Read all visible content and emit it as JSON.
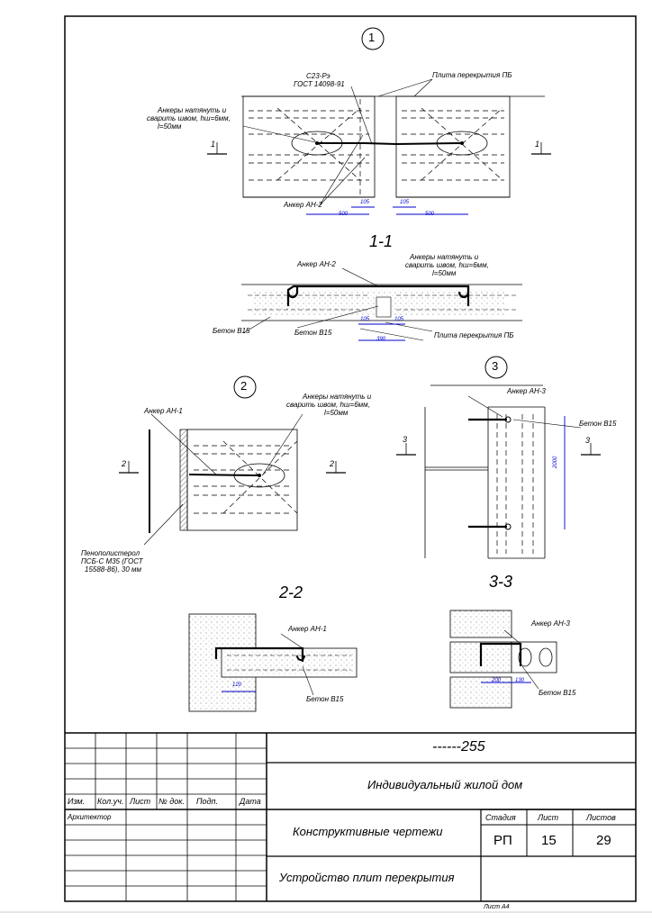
{
  "sections": {
    "s1": "1",
    "s2": "2",
    "s3": "3",
    "cut11": "1-1",
    "cut22": "2-2",
    "cut33": "3-3",
    "mark1": "1",
    "mark2": "2",
    "mark3": "3"
  },
  "labels": {
    "c23_line1": "С23-Рэ",
    "c23_line2": "ГОСТ 14098-91",
    "slab_pb": "Плита перекрытия ПБ",
    "anchors_weld_l1": "Анкеры натянуть и",
    "anchors_weld_l2": "сварить швом, hш=6мм,",
    "anchors_weld_l3": "l=50мм",
    "anchor_an2": "Анкер АН-2",
    "anchor_an1": "Анкер АН-1",
    "anchor_an3": "Анкер АН-3",
    "concrete_b15": "Бетон В15",
    "foam_l1": "Пенополистерол",
    "foam_l2": "ПСБ-С М35 (ГОСТ",
    "foam_l3": "15588-86), 30 мм"
  },
  "dimensions": {
    "d105a": "105",
    "d105b": "105",
    "d500a": "500",
    "d500b": "500",
    "d105c": "105",
    "d105d": "105",
    "d390": "390",
    "d2000": "2000",
    "d120": "120",
    "d200": "200",
    "d130": "130"
  },
  "title_block": {
    "doc_code": "------255",
    "project": "Индивидуальный жилой дом",
    "col_izm": "Изм.",
    "col_koluch": "Кол.уч.",
    "col_list": "Лист",
    "col_ndok": "№ док.",
    "col_podp": "Подп.",
    "col_data": "Дата",
    "role_architect": "Архитектор",
    "section_title": "Конструктивные чертежи",
    "stage_label": "Стадия",
    "sheet_label": "Лист",
    "sheets_label": "Листов",
    "stage_value": "РП",
    "sheet_value": "15",
    "sheets_value": "29",
    "drawing_title": "Устройство плит перекрытия",
    "format": "Лист А4"
  }
}
